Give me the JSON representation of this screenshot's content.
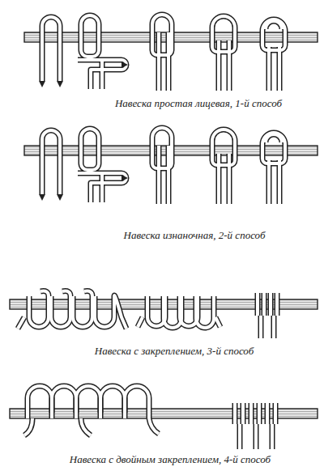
{
  "diagram": {
    "labels": [
      "Навеска простая лицевая, 1-й способ",
      "Навеска изнаночная, 2-й способ",
      "Навеска с закреплением, 3-й способ",
      "Навеска с двойным закреплением, 4-й способ"
    ]
  }
}
